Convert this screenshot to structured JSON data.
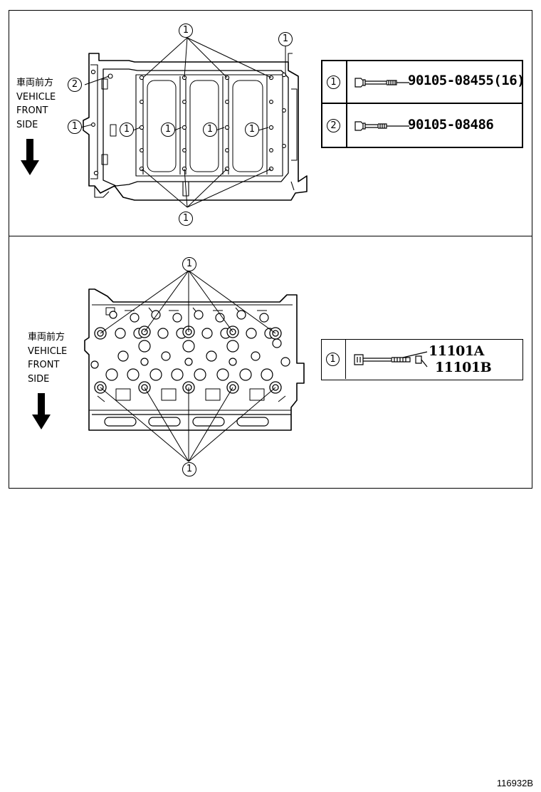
{
  "panels": {
    "top": {
      "side_label": [
        "車両前方",
        "VEHICLE",
        "FRONT",
        "SIDE"
      ],
      "callouts": [
        "1",
        "1",
        "2",
        "1",
        "1",
        "1",
        "1",
        "1",
        "1"
      ],
      "parts": [
        {
          "index": "1",
          "part_no": "90105-08455(16)"
        },
        {
          "index": "2",
          "part_no": "90105-08486"
        }
      ]
    },
    "bottom": {
      "side_label": [
        "車両前方",
        "VEHICLE",
        "FRONT",
        "SIDE"
      ],
      "callouts": [
        "1",
        "1"
      ],
      "parts": [
        {
          "index": "1",
          "part_no_a": "11101A",
          "part_no_b": "11101B"
        }
      ]
    }
  },
  "illustration_code": "116932B"
}
